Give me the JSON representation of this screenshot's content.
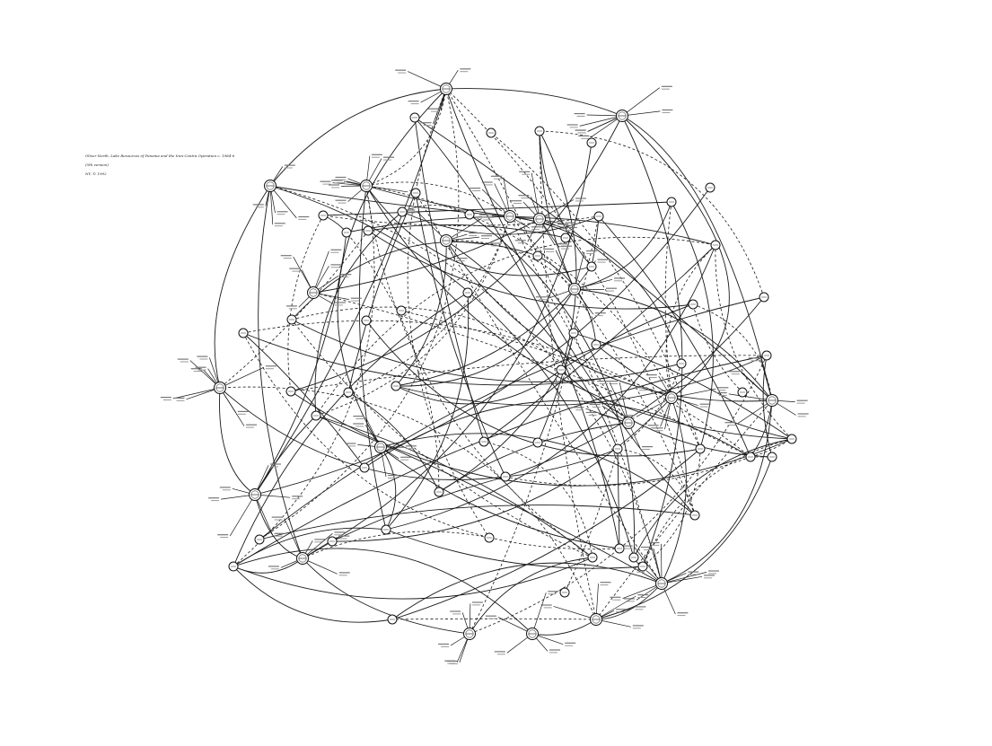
{
  "caption": {
    "title": "Oliver North, Lake Resources of Panama and the Iran-Contra Operation c. 1984-6",
    "edition": "(5th version)",
    "date": "NY, © 1992"
  }
}
